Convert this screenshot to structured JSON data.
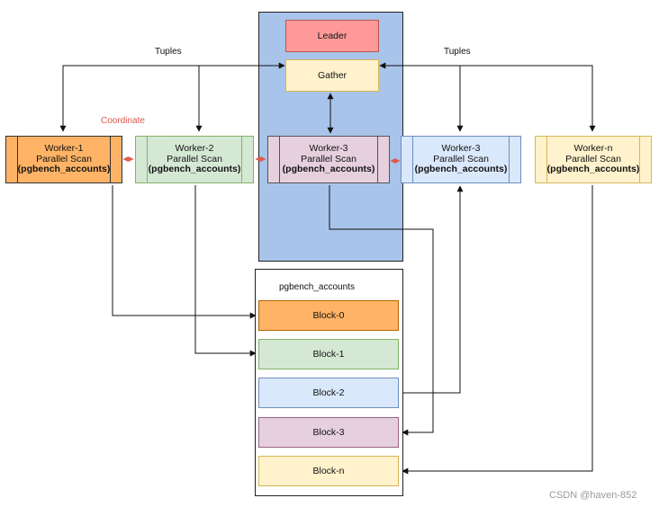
{
  "leader": {
    "label": "Leader"
  },
  "gather": {
    "label": "Gather"
  },
  "tuples_left": "Tuples",
  "tuples_right": "Tuples",
  "coordinate": "Coordinate",
  "workers": [
    {
      "name": "Worker-1",
      "line2": "Parallel Scan",
      "line3": "(pgbench_accounts)"
    },
    {
      "name": "Worker-2",
      "line2": "Parallel Scan",
      "line3": "(pgbench_accounts)"
    },
    {
      "name": "Worker-3",
      "line2": "Parallel Scan",
      "line3": "(pgbench_accounts)"
    },
    {
      "name": "Worker-3",
      "line2": "Parallel Scan",
      "line3": "(pgbench_accounts)"
    },
    {
      "name": "Worker-n",
      "line2": "Parallel Scan",
      "line3": "(pgbench_accounts)"
    }
  ],
  "table_label": "pgbench_accounts",
  "blocks": [
    {
      "label": "Block-0"
    },
    {
      "label": "Block-1"
    },
    {
      "label": "Block-2"
    },
    {
      "label": "Block-3"
    },
    {
      "label": "Block-n"
    }
  ],
  "watermark": "CSDN @haven-852",
  "colors": {
    "leader": "#ff9999",
    "gather": "#fff2cc",
    "worker1": "#ffb366",
    "worker2": "#d5e8d4",
    "worker3": "#e6d0de",
    "worker3b": "#dae8fc",
    "workern": "#fff2cc",
    "panel": "#a9c4ea",
    "coordinate": "#e05a4a"
  }
}
